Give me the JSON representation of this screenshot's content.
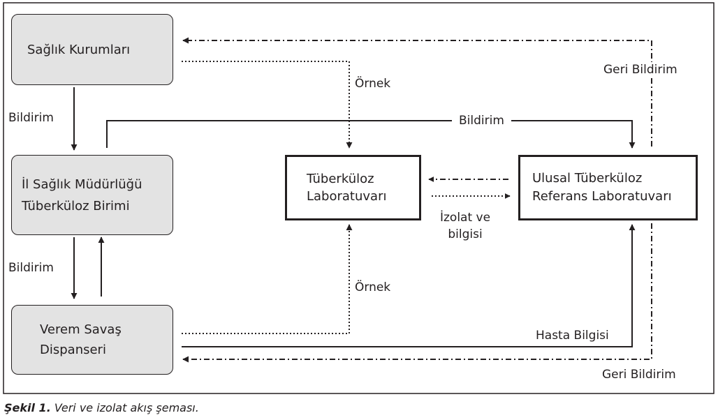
{
  "nodes": {
    "saglik_kurumlari": "Sağlık Kurumları",
    "il_saglik": [
      "İl Sağlık Müdürlüğü",
      "Tüberküloz Birimi"
    ],
    "verem_savas": [
      "Verem Savaş",
      "Dispanseri"
    ],
    "tuberkuloz_lab": [
      "Tüberküloz",
      "Laboratuvarı"
    ],
    "ulusal_ref_lab": [
      "Ulusal Tüberküloz",
      "Referans Laboratuvarı"
    ]
  },
  "edges": {
    "bildirim_left_top": "Bildirim",
    "bildirim_left_bottom": "Bildirim",
    "bildirim_top": "Bildirim",
    "ornek_top": "Örnek",
    "ornek_bottom": "Örnek",
    "geri_bildirim_top": "Geri Bildirim",
    "geri_bildirim_bottom": "Geri Bildirim",
    "hasta_bilgisi": "Hasta Bilgisi",
    "izolat": [
      "İzolat ve",
      "bilgisi"
    ]
  },
  "caption": {
    "label": "Şekil 1.",
    "text": " Veri ve izolat akış şeması."
  }
}
